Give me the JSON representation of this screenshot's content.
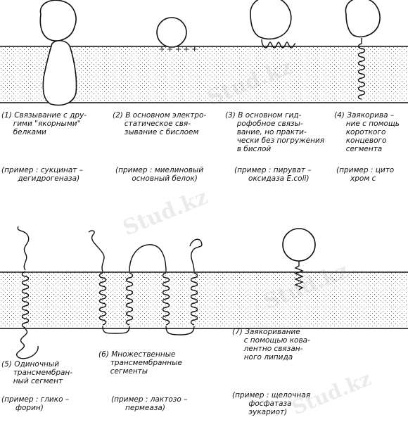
{
  "labels": {
    "c1": "(1) Связывание с дру-\n     гими \"якорными\"\n     белками",
    "c2": "(2) В основном электро-\n     статическое свя-\n     зывание с бислоем",
    "c3": "(3) В основном гид-\n     рофобное связы-\n     вание, но практи-\n     чески без погружения\n     в бислой",
    "c4": "(4) Заякорива –\n     ние с помощь\n     короткого\n     концевого\n     сегмента",
    "c5": "(5) Одиночный\n     трансмембран-\n     ный сегмент",
    "c6": "(6) Множественные\n     трансмембранные\n     сегменты",
    "c7": "(7) Заякоривание\n     с помощью кова-\n     лентно связан-\n     ного липида"
  },
  "examples": {
    "e1": "(пример : сукцинат –\n       дегидрогеназа)",
    "e2": "(пример : миелиновый\n       основный белок)",
    "e3": "(пример : пируват –\n      оксидаза E.coli)",
    "e4": "(пример : цито\n      хром с",
    "e5": "(пример : глико –\n      форин)",
    "e6": "(пример : лактозо –\n      пермеаза)",
    "e7": "(пример : щелочная\n       фосфатаза\n       эукариот)"
  },
  "charges": "+  + + + +",
  "watermark": "Stud.kz"
}
